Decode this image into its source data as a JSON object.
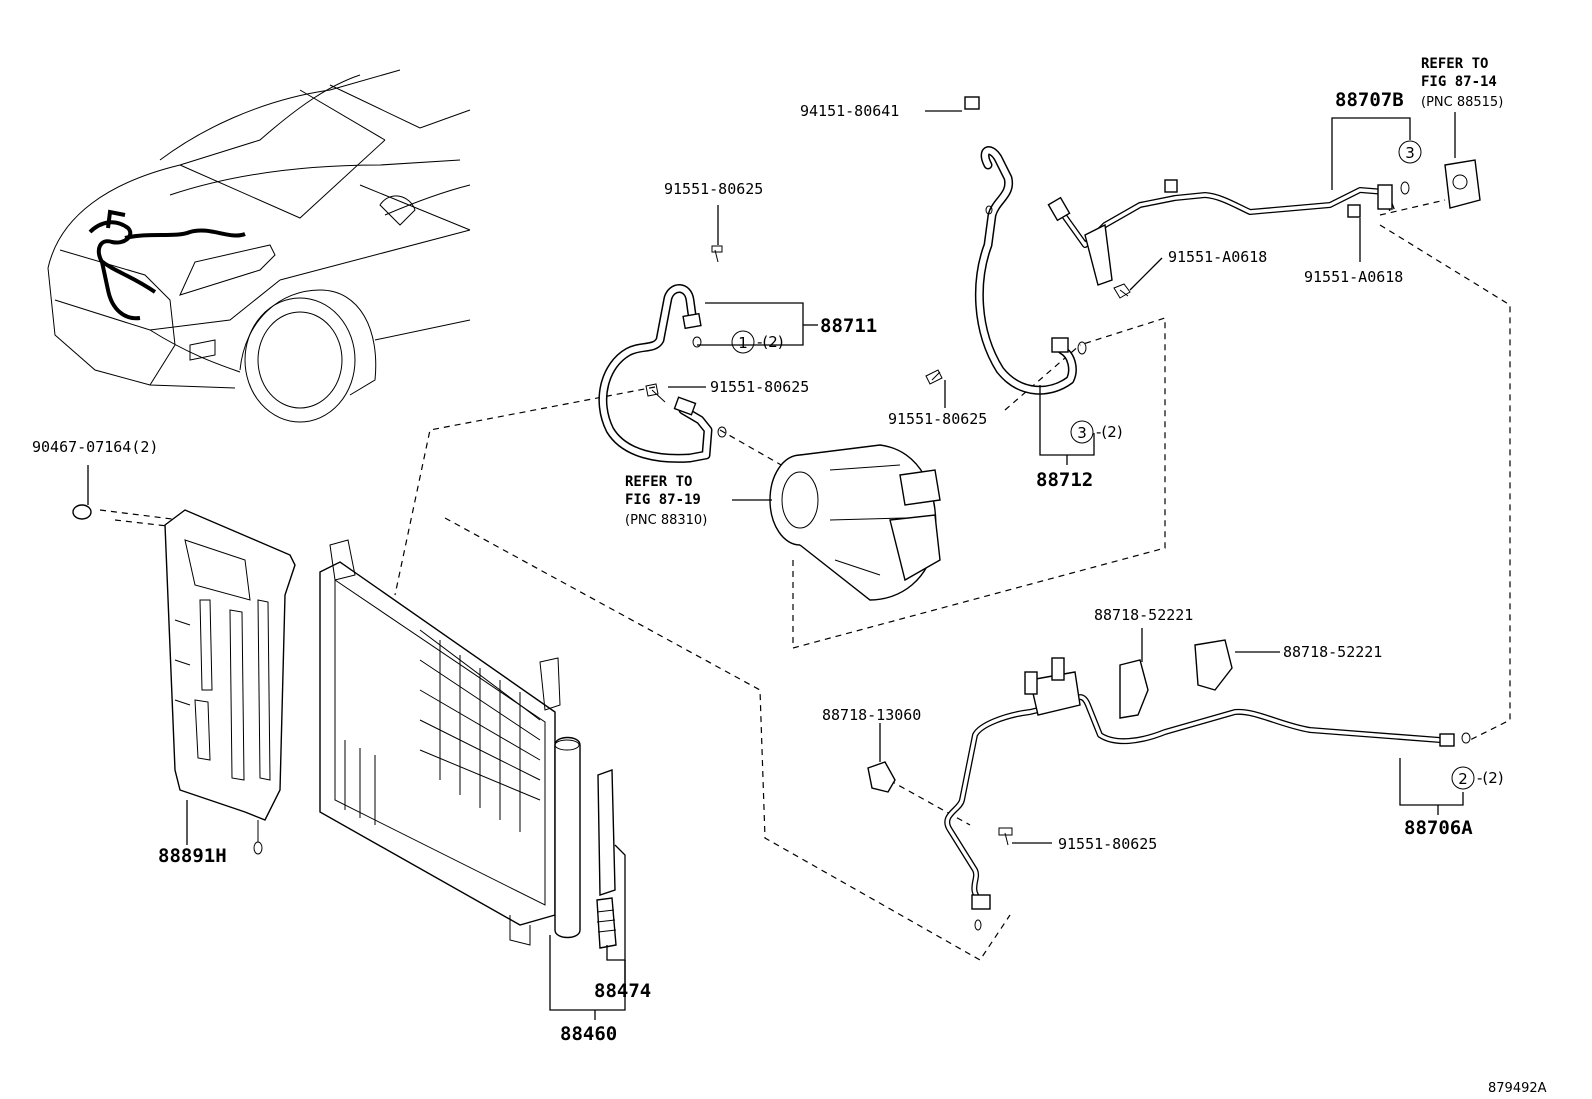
{
  "diagram": {
    "callouts": {
      "p88707B": "88707B",
      "p94151": "94151-80641",
      "refer_top": "REFER TO",
      "refer_top_fig": "FIG 87-14",
      "refer_top_pnc": "(PNC 88515)",
      "p91551_80625_a": "91551-80625",
      "p88711": "88711",
      "circle1_qty": "-(2)",
      "p91551_80625_b": "91551-80625",
      "refer_mid": "REFER TO",
      "refer_mid_fig": "FIG 87-19",
      "refer_mid_pnc": "(PNC 88310)",
      "p91551_A0618_a": "91551-A0618",
      "p91551_A0618_b": "91551-A0618",
      "p91551_80625_c": "91551-80625",
      "circle3_qty": "-(2)",
      "p88712": "88712",
      "p90467": "90467-07164(2)",
      "p88891H": "88891H",
      "p88718_52221_a": "88718-52221",
      "p88718_52221_b": "88718-52221",
      "p88718_13060": "88718-13060",
      "circle2_qty": "-(2)",
      "p88706A": "88706A",
      "p91551_80625_d": "91551-80625",
      "p88474": "88474",
      "p88460": "88460",
      "figure_id": "879492A"
    },
    "circle_refs": {
      "c1": "1",
      "c2": "2",
      "c3a": "3",
      "c3b": "3"
    }
  }
}
